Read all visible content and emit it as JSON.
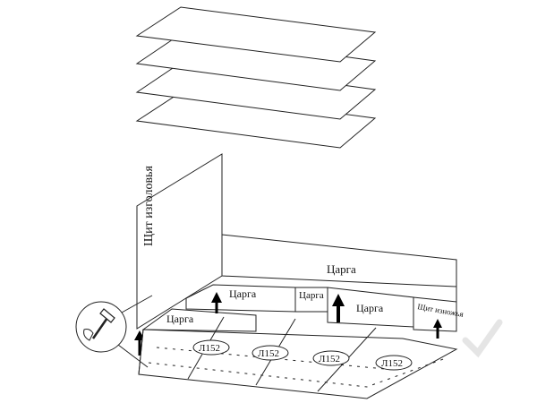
{
  "labels": {
    "headboard": "Щит изголовья",
    "rail_top": "Царга",
    "rail_mid_left": "Царга",
    "rail_small": "Царга",
    "rail_mid_right": "Царга",
    "rail_front_left": "Царга",
    "footboard": "Щит изножья"
  },
  "slat_tags": [
    "Л152",
    "Л152",
    "Л152",
    "Л152"
  ],
  "colors": {
    "line": "#222222",
    "fill": "#ffffff",
    "arrow": "#000000"
  }
}
